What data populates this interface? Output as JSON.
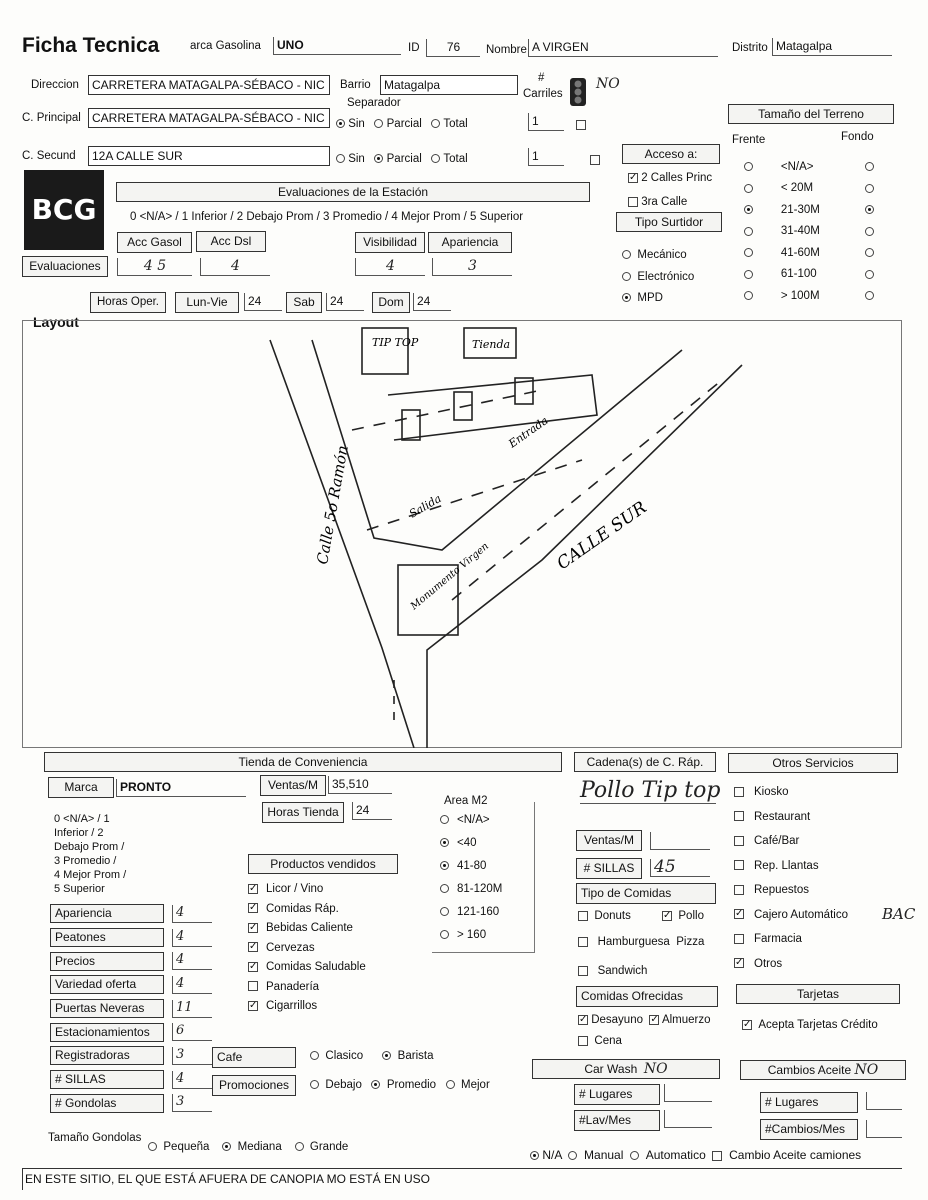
{
  "header": {
    "title": "Ficha Tecnica",
    "marca_label": "arca Gasolina",
    "marca_value": "UNO",
    "id_label": "ID",
    "id_value": "76",
    "nombre_label": "Nombre",
    "nombre_value": "A VIRGEN",
    "distrito_label": "Distrito",
    "distrito_value": "Matagalpa"
  },
  "direccion": {
    "label": "Direccion",
    "value": "CARRETERA MATAGALPA-SÉBACO - NIC",
    "barrio_label": "Barrio",
    "barrio_value": "Matagalpa",
    "carriles_label_1": "#",
    "carriles_label_2": "Carriles",
    "semaforo_note": "NO"
  },
  "calle_principal": {
    "label": "C. Principal",
    "value": "CARRETERA MATAGALPA-SÉBACO - NIC",
    "separador_label": "Separador",
    "options": [
      "Sin",
      "Parcial",
      "Total"
    ],
    "carriles": "1"
  },
  "calle_secundaria": {
    "label": "C. Secund",
    "value": "12A CALLE SUR",
    "options": [
      "Sin",
      "Parcial",
      "Total"
    ],
    "carriles": "1"
  },
  "terreno": {
    "title": "Tamaño del Terreno",
    "frente_label": "Frente",
    "fondo_label": "Fondo",
    "options": [
      "<N/A>",
      "< 20M",
      "21-30M",
      "31-40M",
      "41-60M",
      "61-100",
      "> 100M"
    ]
  },
  "acceso": {
    "title": "Acceso a:",
    "opt1": "2 Calles Princ",
    "opt2": "3ra Calle",
    "tipo_surtidor": "Tipo Surtidor",
    "surtidor_options": [
      "Mecánico",
      "Electrónico",
      "MPD"
    ]
  },
  "evaluaciones": {
    "logo": "BCG",
    "title": "Evaluaciones de la Estación",
    "scale": "0 <N/A> / 1 Inferior / 2 Debajo Prom / 3 Promedio / 4 Mejor Prom / 5 Superior",
    "label": "Evaluaciones",
    "acc_gasol": "Acc Gasol",
    "acc_dsl": "Acc Dsl",
    "visibilidad": "Visibilidad",
    "apariencia": "Apariencia",
    "val_gasol": "4 5",
    "val_dsl": "4",
    "val_vis": "4",
    "val_apa": "3"
  },
  "horas": {
    "label": "Horas Oper.",
    "lunvie_label": "Lun-Vie",
    "lunvie_value": "24",
    "sab_label": "Sab",
    "sab_value": "24",
    "dom_label": "Dom",
    "dom_value": "24"
  },
  "layout": {
    "title": "Layout",
    "sketch_texts": [
      "TIP TOP",
      "Tienda",
      "Calle 5o Ramón",
      "CALLE SUR",
      "Entrada",
      "Salida",
      "Monumento Virgen"
    ]
  },
  "tienda": {
    "title": "Tienda de Conveniencia",
    "marca_label": "Marca",
    "marca_value": "PRONTO",
    "ventas_label": "Ventas/M",
    "ventas_value": "35,510",
    "horas_label": "Horas Tienda",
    "horas_value": "24",
    "area_label": "Area M2",
    "area_options": [
      "<N/A>",
      "<40",
      "41-80",
      "81-120M",
      "121-160",
      "> 160"
    ],
    "scale_lines": [
      "0 <N/A> / 1",
      "Inferior / 2",
      "Debajo Prom /",
      "3 Promedio /",
      "4 Mejor Prom /",
      "5 Superior"
    ],
    "productos_title": "Productos vendidos",
    "productos": [
      "Licor / Vino",
      "Comidas Ráp.",
      "Bebidas Caliente",
      "Cervezas",
      "Comidas Saludable",
      "Panadería",
      "Cigarrillos"
    ],
    "metrics": [
      {
        "label": "Apariencia",
        "value": "4"
      },
      {
        "label": "Peatones",
        "value": "4"
      },
      {
        "label": "Precios",
        "value": "4"
      },
      {
        "label": "Variedad oferta",
        "value": "4"
      },
      {
        "label": "Puertas Neveras",
        "value": "11"
      },
      {
        "label": "Estacionamientos",
        "value": "6"
      },
      {
        "label": "Registradoras",
        "value": "3"
      },
      {
        "label": "# SILLAS",
        "value": "4"
      },
      {
        "label": "# Gondolas",
        "value": "3"
      }
    ],
    "cafe_label": "Cafe",
    "cafe_options": [
      "Clasico",
      "Barista"
    ],
    "promo_label": "Promociones",
    "promo_options": [
      "Debajo",
      "Promedio",
      "Mejor"
    ],
    "gondola_label": "Tamaño Gondolas",
    "gondola_options": [
      "Pequeña",
      "Mediana",
      "Grande"
    ]
  },
  "cadena": {
    "title": "Cadena(s) de C. Ráp.",
    "value": "Pollo Tip top",
    "ventas_label": "Ventas/M",
    "sillas_label": "# SILLAS",
    "sillas_value": "45",
    "tipo_label": "Tipo de Comidas",
    "tipos": [
      "Donuts",
      "Pollo",
      "Hamburguesa",
      "Pizza",
      "Sandwich"
    ],
    "ofrecidas_label": "Comidas Ofrecidas",
    "ofrecidas": [
      "Desayuno",
      "Almuerzo",
      "Cena"
    ]
  },
  "otros": {
    "title": "Otros Servicios",
    "items": [
      "Kiosko",
      "Restaurant",
      "Café/Bar",
      "Rep. Llantas",
      "Repuestos",
      "Cajero Automático",
      "Farmacia",
      "Otros"
    ],
    "cajero_note": "BAC",
    "tarjetas_title": "Tarjetas",
    "tarjetas_label": "Acepta Tarjetas Crédito"
  },
  "carwash": {
    "title": "Car Wash",
    "note": "NO",
    "lugares": "# Lugares",
    "lavmes": "#Lav/Mes",
    "options": [
      "N/A",
      "Manual",
      "Automatico"
    ]
  },
  "aceite": {
    "title": "Cambios Aceite",
    "note": "NO",
    "lugares": "# Lugares",
    "cambios": "#Cambios/Mes",
    "camiones": "Cambio Aceite camiones"
  },
  "comment": "EN ESTE SITIO, EL QUE ESTÁ AFUERA DE CANOPIA MO ESTÁ EN USO"
}
